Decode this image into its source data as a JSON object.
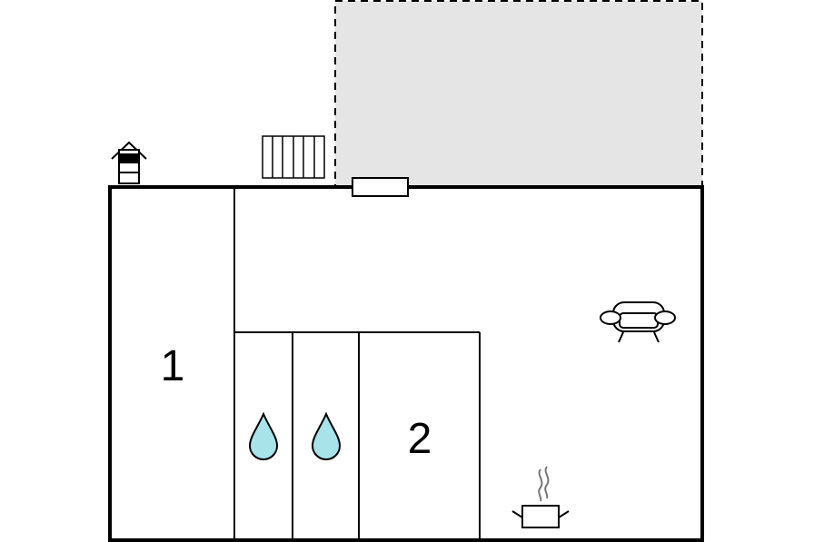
{
  "floorplan": {
    "rooms": [
      {
        "id": "bedroom-1",
        "label": "1"
      },
      {
        "id": "bedroom-2",
        "label": "2"
      }
    ],
    "bathrooms": [
      {
        "id": "bathroom-a",
        "icon": "water-drop-icon"
      },
      {
        "id": "bathroom-b",
        "icon": "water-drop-icon"
      }
    ],
    "icons": {
      "living": "sofa-icon",
      "kitchen": "cooking-pot-icon",
      "entrance": "house-entrance-icon",
      "terrace_furniture": "fence-icon",
      "door": "door-icon"
    },
    "terrace": {
      "style": "dashed",
      "fill": "#e5e5e5"
    },
    "colors": {
      "wall": "#000000",
      "terrace_fill": "#e5e5e5",
      "water": "#a8e3ea"
    }
  }
}
